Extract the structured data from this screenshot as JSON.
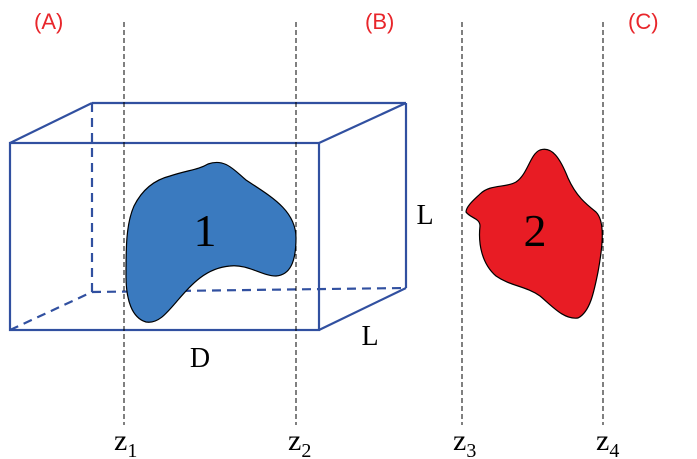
{
  "panels": {
    "a": "(A)",
    "b": "(B)",
    "c": "(C)"
  },
  "box": {
    "depth_label": "D",
    "height_label": "L",
    "width_label": "L"
  },
  "particles": {
    "p1": "1",
    "p2": "2"
  },
  "planes": [
    {
      "base": "z",
      "sub": "1"
    },
    {
      "base": "z",
      "sub": "2"
    },
    {
      "base": "z",
      "sub": "3"
    },
    {
      "base": "z",
      "sub": "4"
    }
  ],
  "colors": {
    "panel_label": "#e8262b",
    "box": "#3150a0",
    "particle_1": "#3a7abf",
    "particle_2": "#e81c24"
  }
}
